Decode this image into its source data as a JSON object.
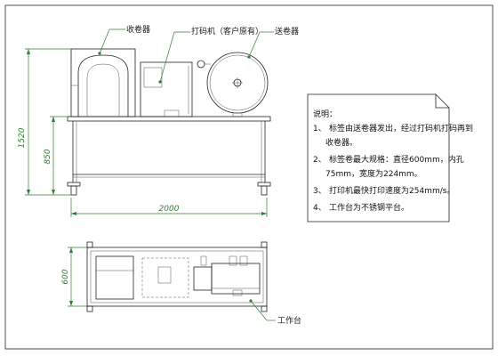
{
  "labels": {
    "rewinder": "收卷器",
    "printer": "打码机（客户原有）",
    "unwinder": "送卷器",
    "worktable": "工作台"
  },
  "dimensions": {
    "total_height": "1520",
    "table_height": "850",
    "length": "2000",
    "depth": "600"
  },
  "notes": {
    "title": "说明：",
    "items": [
      {
        "num": "1、",
        "lines": [
          "标签由送卷器发出，经过打码机打码再到",
          "收卷器。"
        ]
      },
      {
        "num": "2、",
        "lines": [
          "标签卷最大规格：直径600mm，内孔",
          "75mm，宽度为224mm。"
        ]
      },
      {
        "num": "3、",
        "lines": [
          "打印机最快打印速度为254mm/s。"
        ]
      },
      {
        "num": "4、",
        "lines": [
          "工作台为不锈钢平台。"
        ]
      }
    ]
  },
  "colors": {
    "line": "#222222",
    "dimension": "#2e7d32",
    "background": "#ffffff"
  }
}
